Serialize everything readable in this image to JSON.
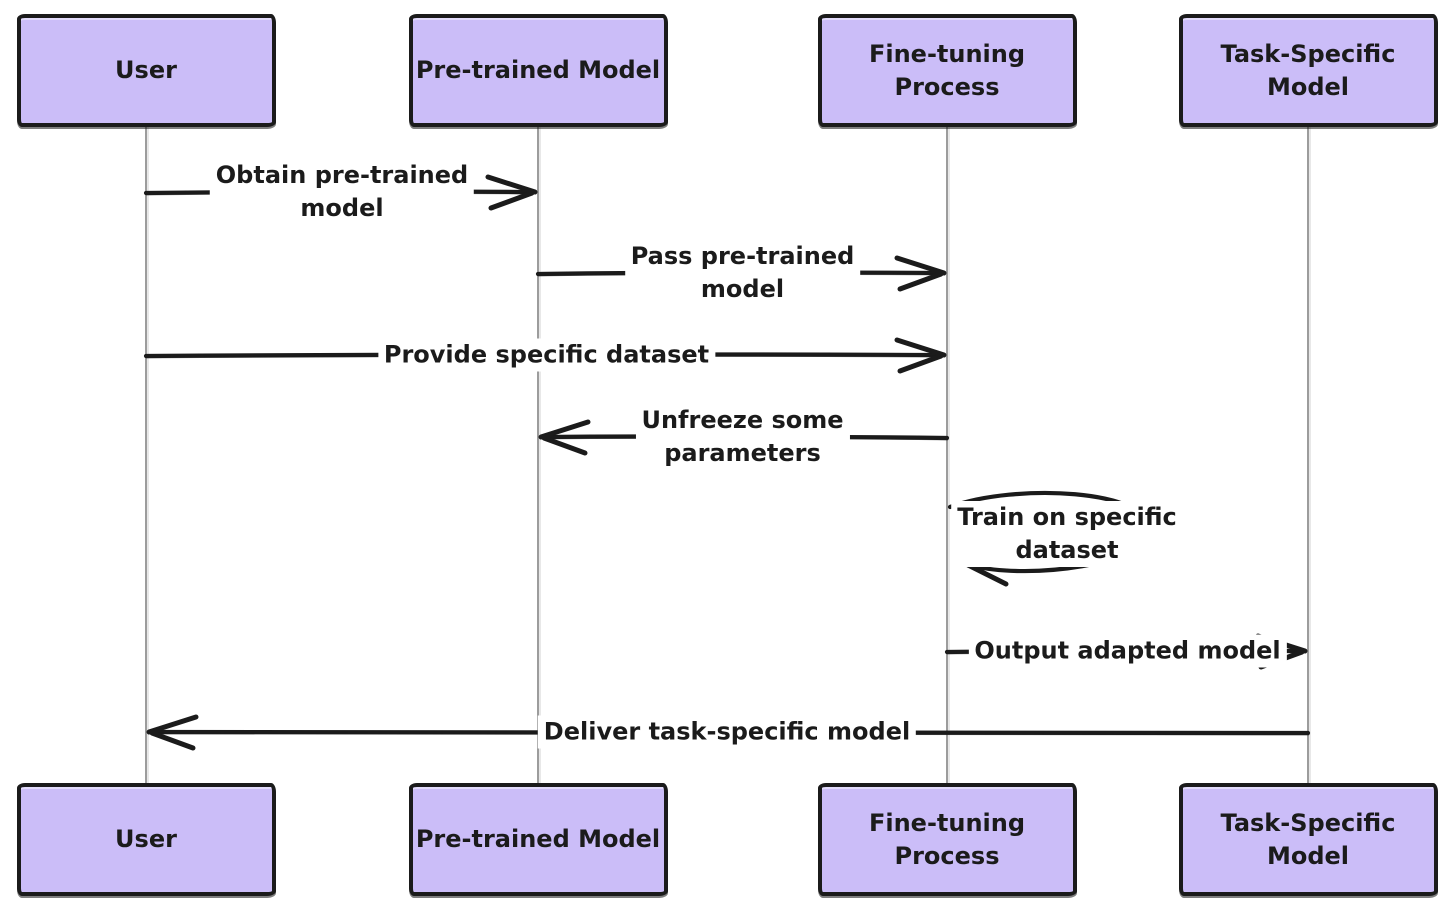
{
  "type": "sequence-diagram",
  "colors": {
    "actor_fill": "#cbbdf8",
    "ink": "#1b1b1b",
    "lifeline": "#8a8a8a",
    "background": "#ffffff"
  },
  "actors": [
    {
      "id": "user",
      "text": "User",
      "lines": [
        "User"
      ]
    },
    {
      "id": "pretrained-model",
      "text": "Pre-trained Model",
      "lines": [
        "Pre-trained Model"
      ]
    },
    {
      "id": "finetuning-process",
      "text": "Fine-tuning Process",
      "lines": [
        "Fine-tuning",
        "Process"
      ]
    },
    {
      "id": "task-specific-model",
      "text": "Task-Specific Model",
      "lines": [
        "Task-Specific",
        "Model"
      ]
    }
  ],
  "messages": [
    {
      "from": "user",
      "to": "pretrained-model",
      "kind": "arrow",
      "text": "Obtain pre-trained model",
      "lines": [
        "Obtain pre-trained",
        "model"
      ]
    },
    {
      "from": "pretrained-model",
      "to": "finetuning-process",
      "kind": "arrow",
      "text": "Pass pre-trained model",
      "lines": [
        "Pass pre-trained",
        "model"
      ]
    },
    {
      "from": "user",
      "to": "finetuning-process",
      "kind": "arrow",
      "text": "Provide specific dataset",
      "lines": [
        "Provide specific dataset"
      ]
    },
    {
      "from": "finetuning-process",
      "to": "pretrained-model",
      "kind": "arrow",
      "text": "Unfreeze some parameters",
      "lines": [
        "Unfreeze some",
        "parameters"
      ]
    },
    {
      "from": "finetuning-process",
      "to": "finetuning-process",
      "kind": "self",
      "text": "Train on specific dataset",
      "lines": [
        "Train on specific",
        "dataset"
      ]
    },
    {
      "from": "finetuning-process",
      "to": "task-specific-model",
      "kind": "arrow",
      "text": "Output adapted model",
      "lines": [
        "Output adapted model"
      ]
    },
    {
      "from": "task-specific-model",
      "to": "user",
      "kind": "arrow",
      "text": "Deliver task-specific model",
      "lines": [
        "Deliver task-specific model"
      ]
    }
  ]
}
